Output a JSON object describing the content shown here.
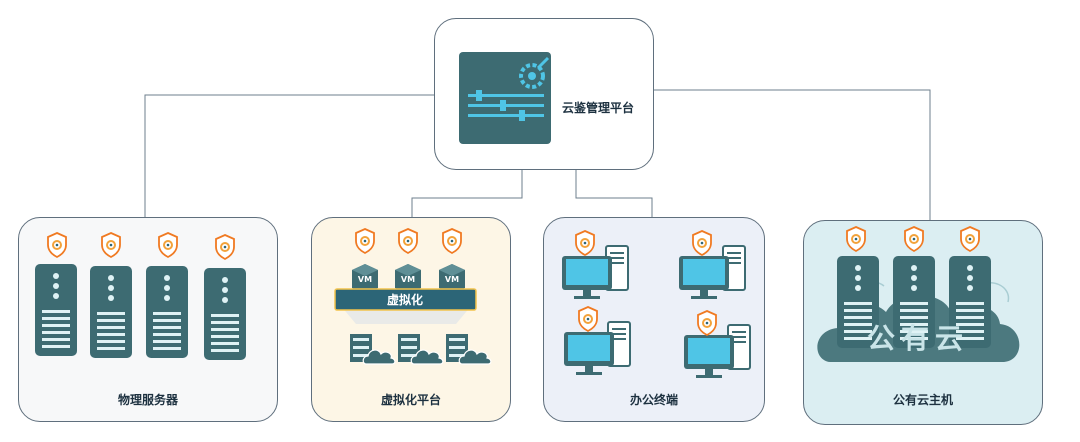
{
  "colors": {
    "server_dark": "#3d6b72",
    "server_light": "#dff2f5",
    "screen_blue": "#4fc5e6",
    "shield": "#f07a22",
    "line": "#6e7f8c",
    "banner": "#2c6577",
    "banner_border": "#f3c34b",
    "cloud": "#3c6b72"
  },
  "nodes": {
    "platform": {
      "label": "云鉴管理平台",
      "icon": "gear-panel-icon"
    },
    "physical": {
      "label": "物理服务器",
      "icon": "server-icon"
    },
    "virtual": {
      "label": "虚拟化平台",
      "banner": "虚拟化",
      "vm_text": "VM",
      "icon": "vm-cube-icon"
    },
    "office": {
      "label": "办公终端",
      "icon": "desktop-pc-icon"
    },
    "public": {
      "label": "公有云主机",
      "cloud_text": "公有云",
      "icon": "cloud-icon"
    }
  }
}
